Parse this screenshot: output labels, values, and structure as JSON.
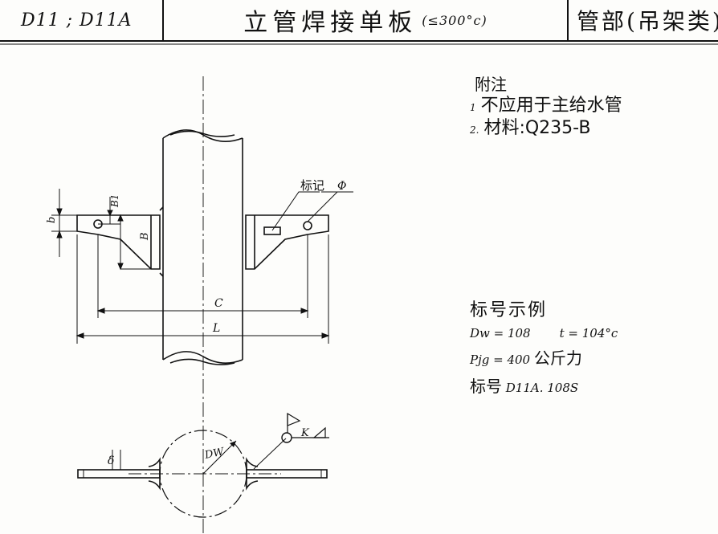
{
  "header": {
    "code": "D11 ; D11A",
    "title": "立管焊接单板",
    "title_note": "(≤300°c)",
    "category": "管部(吊架类)"
  },
  "labels": {
    "marker": "标记",
    "phi": "Φ",
    "b1": "B1",
    "b": "B",
    "b_small": "b",
    "c": "C",
    "l": "L",
    "dw": "DW",
    "delta": "δ",
    "k": "K"
  },
  "notes": {
    "title": "附注",
    "items": [
      {
        "num": "1",
        "text": "不应用于主给水管"
      },
      {
        "num": "2.",
        "text": "材料:Q235-B"
      }
    ]
  },
  "example": {
    "title": "标号示例",
    "dw": "Dw = 108",
    "t": "t = 104°c",
    "pjg_value": "Pjg = 400",
    "pjg_unit": "公斤力",
    "code_label": "标号",
    "code_value": "D11A. 108S"
  }
}
